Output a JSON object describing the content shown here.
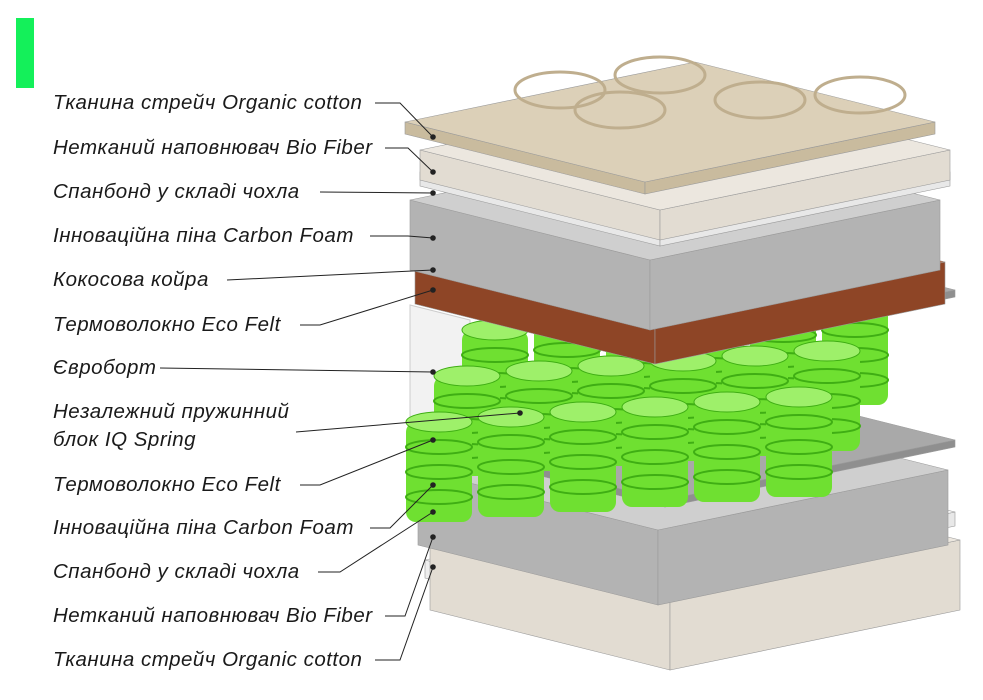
{
  "colors": {
    "accent": "#14f05a",
    "cotton": "#dcd0b8",
    "bio_fiber": "#ece7df",
    "spunbond": "#f7f7f7",
    "foam_top": "#cfcfcf",
    "foam_side": "#b3b3b3",
    "coir_top": "#b5633a",
    "coir_side": "#8e4526",
    "felt": "#a9a9a9",
    "spring": "#6fe031",
    "spring_dark": "#3fae14",
    "euroboard": "#f2f2f2",
    "leader": "#222222"
  },
  "labels": [
    {
      "id": "top-cotton",
      "text": "Тканина стрейч Organic cotton"
    },
    {
      "id": "top-bio-fiber",
      "text": "Нетканий наповнювач Bio Fiber"
    },
    {
      "id": "top-spunbond",
      "text": "Спанбонд у складі чохла"
    },
    {
      "id": "top-carbon-foam",
      "text": "Інноваційна піна Carbon Foam"
    },
    {
      "id": "coir",
      "text": "Кокосова койра"
    },
    {
      "id": "top-eco-felt",
      "text": "Термоволокно Eco Felt"
    },
    {
      "id": "euroboard",
      "text": "Євроборт"
    },
    {
      "id": "spring-block",
      "text": "Незалежний пружинний\nблок IQ Spring"
    },
    {
      "id": "bottom-eco-felt",
      "text": "Термоволокно Eco Felt"
    },
    {
      "id": "bottom-carbon-foam",
      "text": "Інноваційна піна Carbon Foam"
    },
    {
      "id": "bottom-spunbond",
      "text": "Спанбонд у складі чохла"
    },
    {
      "id": "bottom-bio-fiber",
      "text": "Нетканий наповнювач Bio Fiber"
    },
    {
      "id": "bottom-cotton",
      "text": "Тканина стрейч Organic cotton"
    }
  ]
}
